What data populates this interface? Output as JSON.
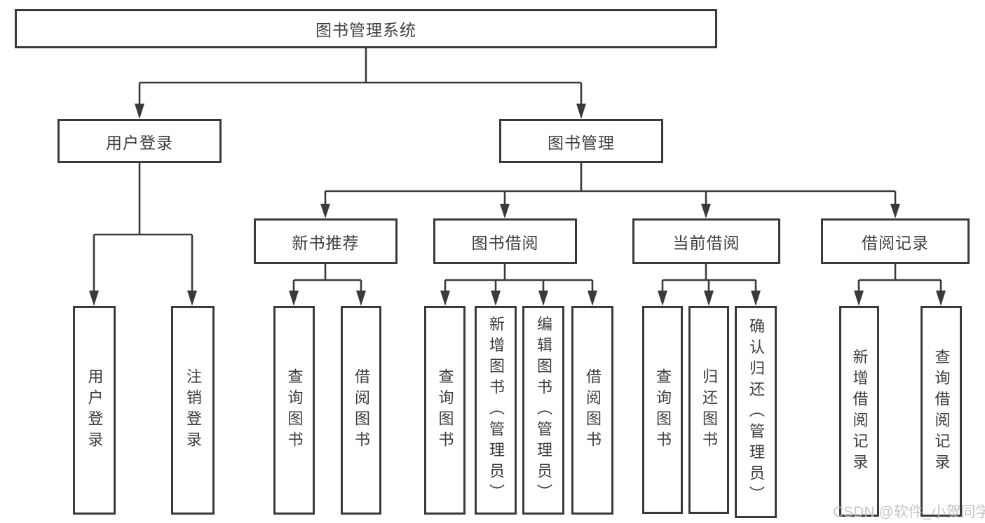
{
  "tree": {
    "root": "图书管理系统",
    "children": [
      {
        "label": "用户登录",
        "children": [
          "用户登录",
          "注销登录"
        ]
      },
      {
        "label": "图书管理",
        "children": [
          {
            "label": "新书推荐",
            "children": [
              "查询图书",
              "借阅图书"
            ]
          },
          {
            "label": "图书借阅",
            "children": [
              "查询图书",
              "新增图书（管理员）",
              "编辑图书（管理员）",
              "借阅图书"
            ]
          },
          {
            "label": "当前借阅",
            "children": [
              "查询图书",
              "归还图书",
              "确认归还（管理员）"
            ]
          },
          {
            "label": "借阅记录",
            "children": [
              "新增借阅记录",
              "查询借阅记录"
            ]
          }
        ]
      }
    ]
  },
  "watermark": "CSDN @软件_小贺同学",
  "colors": {
    "line": "#3a3a3a",
    "box_border": "#3a3a3a",
    "box_fill": "#ffffff",
    "text": "#3d3d3d",
    "watermark": "#bfbfbf",
    "background": "#ffffff"
  }
}
